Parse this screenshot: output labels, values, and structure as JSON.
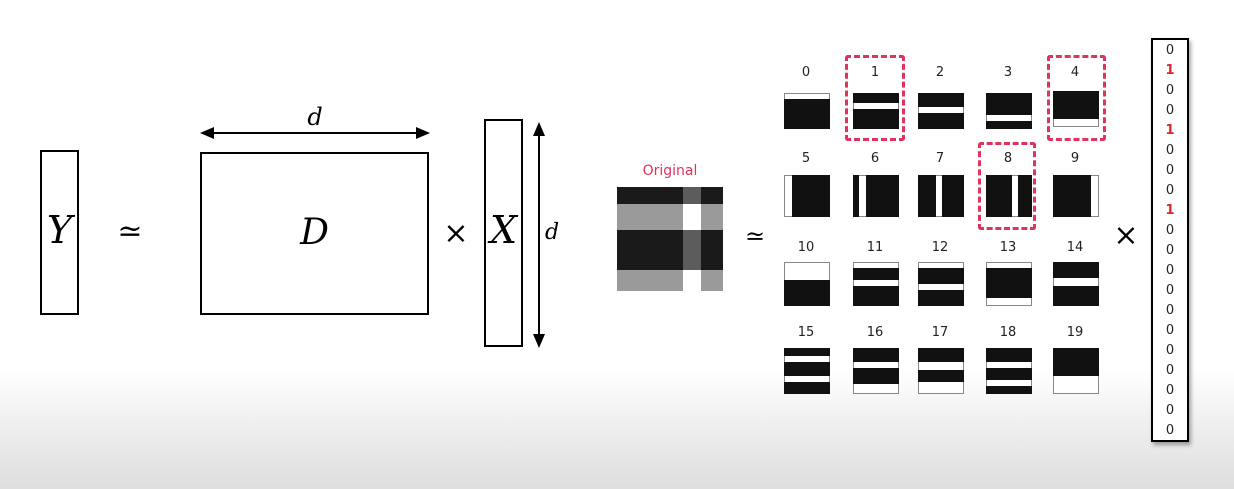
{
  "equation": {
    "lhs": "Y",
    "approx": "≃",
    "dictionary": "D",
    "times": "×",
    "code": "X",
    "dim_label_top": "d",
    "dim_label_side": "d"
  },
  "example": {
    "original_label": "Original",
    "original_label_color": "#e0335d",
    "approx": "≃",
    "times": "×",
    "highlight_color": "#e0335d",
    "highlighted_atoms": [
      "1",
      "4",
      "8"
    ],
    "atom_labels": [
      "0",
      "1",
      "2",
      "3",
      "4",
      "5",
      "6",
      "7",
      "8",
      "9",
      "10",
      "11",
      "12",
      "13",
      "14",
      "15",
      "16",
      "17",
      "18",
      "19"
    ],
    "vector": [
      "0",
      "1",
      "0",
      "0",
      "1",
      "0",
      "0",
      "0",
      "1",
      "0",
      "0",
      "0",
      "0",
      "0",
      "0",
      "0",
      "0",
      "0",
      "0",
      "0"
    ],
    "vector_active_color": "#d9272e"
  }
}
